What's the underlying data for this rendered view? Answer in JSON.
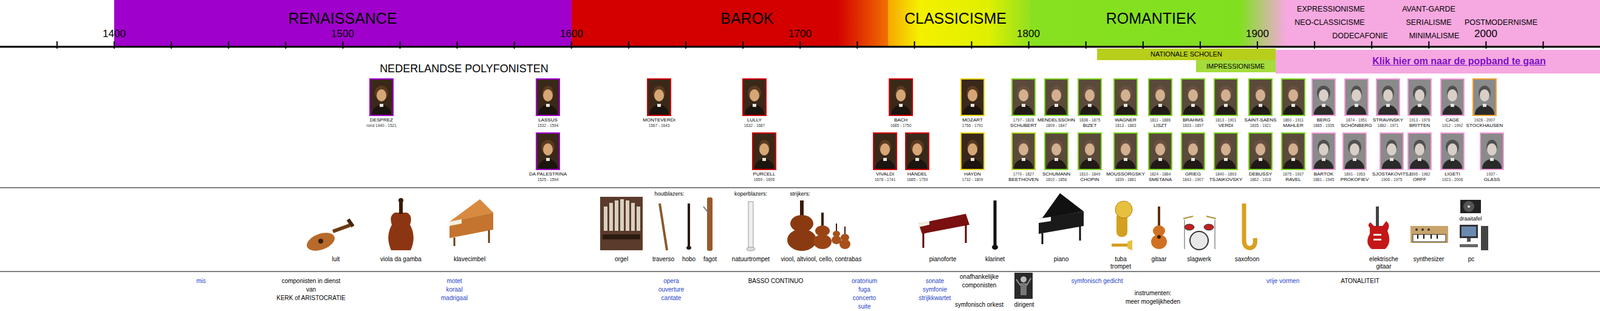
{
  "diagram": {
    "nodes": [
      {
        "text": [
          "RENAISSANCE"
        ]
      },
      {
        "text": [
          "BAROK"
        ]
      },
      {
        "text": [
          "CLASSICISME"
        ]
      },
      {
        "text": [
          "ROMANTIEK"
        ]
      },
      {
        "text": [
          "EXPRESSIONISME",
          "AVANT-GARDE",
          "NEO-CLASSICISME",
          "SERIALISME",
          "POSTMODERNISME",
          "DODECAFONIE",
          "MINIMALISME"
        ]
      },
      {
        "text": [
          "NATIONALE SCHOLEN"
        ]
      },
      {
        "text": [
          "IMPRESSIONISME"
        ]
      },
      {
        "text": [
          "Klik hier om naar de popband te gaan"
        ]
      },
      {
        "text": [
          "DESPREZ",
          "rond 1440 - 1521"
        ]
      },
      {
        "text": [
          "LASSUS",
          "1532 - 1594"
        ]
      },
      {
        "text": [
          "MONTEVERDI",
          "1567 - 1643"
        ]
      },
      {
        "text": [
          "LULLY",
          "1632 - 1687"
        ]
      },
      {
        "text": [
          "BACH",
          "1685 - 1750"
        ]
      },
      {
        "text": [
          "MOZART",
          "1756 - 1791"
        ]
      },
      {
        "text": [
          "1797 - 1828",
          "SCHUBERT"
        ]
      },
      {
        "text": [
          "MENDELSSOHN",
          "1809 - 1847"
        ]
      },
      {
        "text": [
          "1838 - 1875",
          "BIZET"
        ]
      },
      {
        "text": [
          "WAGNER",
          "1813 - 1883"
        ]
      },
      {
        "text": [
          "1811 - 1886",
          "LISZT"
        ]
      },
      {
        "text": [
          "BRAHMS",
          "1833 - 1897"
        ]
      },
      {
        "text": [
          "1813 - 1901",
          "VERDI"
        ]
      },
      {
        "text": [
          "SAINT-SAËNS",
          "1835 - 1921"
        ]
      },
      {
        "text": [
          "1860 - 1911",
          "MAHLER"
        ]
      },
      {
        "text": [
          "BERG",
          "1885 - 1935"
        ]
      },
      {
        "text": [
          "1874 - 1951",
          "SCHÖNBERG"
        ]
      },
      {
        "text": [
          "STRAVINSKY",
          "1882 - 1971"
        ]
      },
      {
        "text": [
          "1913 - 1976",
          "BRITTEN"
        ]
      },
      {
        "text": [
          "CAGE",
          "1912 - 1992"
        ]
      },
      {
        "text": [
          "1928 - 2007",
          "STOCKHAUSEN"
        ]
      },
      {
        "text": [
          "DA PALESTRINA",
          "1525 - 1594"
        ]
      },
      {
        "text": [
          "PURCELL",
          "1659 - 1695"
        ]
      },
      {
        "text": [
          "VIVALDI",
          "1678 - 1741"
        ]
      },
      {
        "text": [
          "HÄNDEL",
          "1685 - 1759"
        ]
      },
      {
        "text": [
          "HAYDN",
          "1732 - 1809"
        ]
      },
      {
        "text": [
          "1770 - 1827",
          "BEETHOVEN"
        ]
      },
      {
        "text": [
          "SCHUMANN",
          "1810 - 1856"
        ]
      },
      {
        "text": [
          "1810 - 1849",
          "CHOPIN"
        ]
      },
      {
        "text": [
          "MOUSSORGSKY",
          "1839 - 1881"
        ]
      },
      {
        "text": [
          "1824 - 1884",
          "SMETANA"
        ]
      },
      {
        "text": [
          "GRIEG",
          "1843 - 1907"
        ]
      },
      {
        "text": [
          "1840 - 1893",
          "TSJAIKOVSKY"
        ]
      },
      {
        "text": [
          "DEBUSSY",
          "1862 - 1918"
        ]
      },
      {
        "text": [
          "1875 - 1937",
          "RAVEL"
        ]
      },
      {
        "text": [
          "BARTOK",
          "1881 - 1945"
        ]
      },
      {
        "text": [
          "1891 - 1953",
          "PROKOFIEV"
        ]
      },
      {
        "text": [
          "SJOSTAKOVITSJ",
          "1906 - 1975"
        ]
      },
      {
        "text": [
          "1895 - 1982",
          "ORFF"
        ]
      },
      {
        "text": [
          "LIGETI",
          "1923 - 2006"
        ]
      },
      {
        "text": [
          "1937 -",
          "GLASS"
        ]
      }
    ],
    "labels": [
      "1400",
      "1500",
      "1600",
      "1700",
      "1800",
      "1900",
      "2000",
      "NEDERLANDSE POLYFONISTEN",
      "houtblazers:",
      "koperblazers:",
      "strijkers:",
      "draaitafel",
      "luit",
      "viola da gamba",
      "klavecimbel",
      "orgel",
      "traverso",
      "hobo",
      "fagot",
      "natuurtrompet",
      "viool, altviool, cello, contrabas",
      "pianoforte",
      "klarinet",
      "piano",
      "tuba",
      "trompet",
      "gitaar",
      "slagwerk",
      "saxofoon",
      "elektrische",
      "gitaar",
      "synthesizer",
      "pc",
      "mis",
      "componisten in dienst",
      "van",
      "KERK of ARISTOCRATIE",
      "motet",
      "koraal",
      "madrigaal",
      "opera",
      "ouverture",
      "cantate",
      "BASSO CONTINUO",
      "oratorium",
      "fuga",
      "concerto",
      "suite",
      "sonate",
      "symfonie",
      "strijkkwartet",
      "onafhankelijke",
      "componisten",
      "symfonisch orkest",
      "dirigent",
      "symfonisch gedicht",
      "instrumenten:",
      "meer mogelijkheden",
      "vrije vormen",
      "ATONALITEIT"
    ]
  }
}
